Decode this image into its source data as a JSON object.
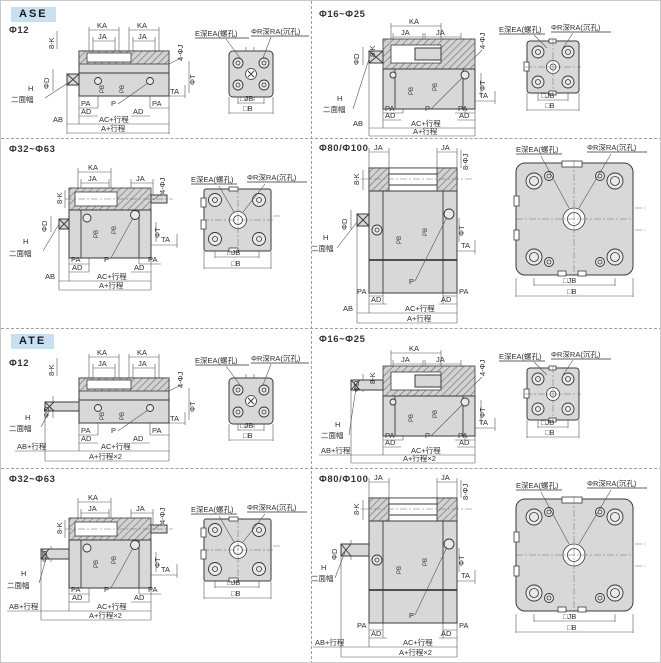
{
  "series": [
    {
      "badge": "ASE"
    },
    {
      "badge": "ATE"
    }
  ],
  "cells": [
    {
      "series": "ASE",
      "bore": "Φ12"
    },
    {
      "series": "ASE",
      "bore": "Φ16~Φ25"
    },
    {
      "series": "ASE",
      "bore": "Φ32~Φ63"
    },
    {
      "series": "ASE",
      "bore": "Φ80/Φ100"
    },
    {
      "series": "ATE",
      "bore": "Φ12"
    },
    {
      "series": "ATE",
      "bore": "Φ16~Φ25"
    },
    {
      "series": "ATE",
      "bore": "Φ32~Φ63"
    },
    {
      "series": "ATE",
      "bore": "Φ80/Φ100"
    }
  ],
  "labels": {
    "ka": "KA",
    "ja": "JA",
    "k8": "8-K",
    "j4": "4-ΦJ",
    "j8": "8-ΦJ",
    "phi_d": "ΦD",
    "phi_t": "ΦT",
    "ta": "TA",
    "h": "H",
    "flats": "二面幅",
    "pa": "PA",
    "p": "P",
    "ad": "AD",
    "pb": "PB",
    "ab": "AB",
    "ab_stroke": "AB+行程",
    "ac_stroke": "AC+行程",
    "a_stroke": "A+行程",
    "a_stroke_x2": "A+行程×2",
    "e_thread": "E深EA(螺孔)",
    "r_cbore": "ΦR深RA(沉孔)",
    "jb": "□JB",
    "b": "□B"
  },
  "colors": {
    "badge_bg": "#c7e0f2",
    "drawing_fill": "#d8d8d8",
    "line": "#3a3a3a",
    "divider": "#9f9f9f",
    "background": "#ffffff"
  }
}
